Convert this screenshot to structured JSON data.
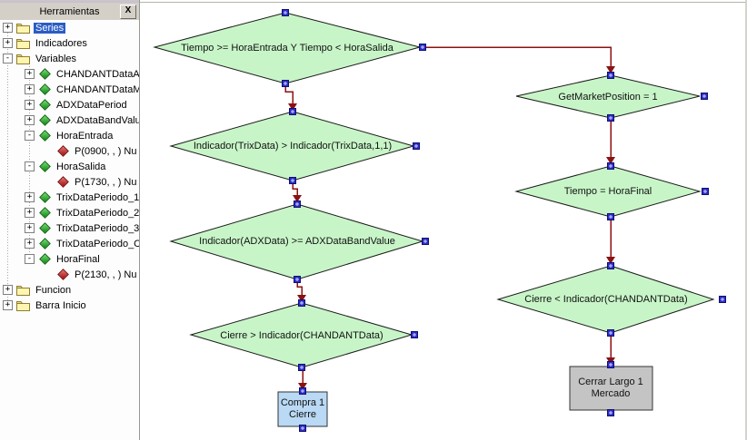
{
  "panel": {
    "title": "Herramientas",
    "close_label": "X",
    "tree": [
      {
        "label": "Series",
        "expander": "+",
        "icon": "folder-open",
        "selected": true
      },
      {
        "label": "Indicadores",
        "expander": "+",
        "icon": "folder"
      },
      {
        "label": "Variables",
        "expander": "-",
        "icon": "folder"
      },
      {
        "label": "CHANDANTDataAv",
        "expander": "+",
        "icon": "diamond-green"
      },
      {
        "label": "CHANDANTDataMu",
        "expander": "+",
        "icon": "diamond-green"
      },
      {
        "label": "ADXDataPeriod",
        "expander": "+",
        "icon": "diamond-green"
      },
      {
        "label": "ADXDataBandValu",
        "expander": "+",
        "icon": "diamond-green"
      },
      {
        "label": "HoraEntrada",
        "expander": "-",
        "icon": "diamond-green"
      },
      {
        "label": "P(0900, , ) Nu",
        "icon": "diamond-red"
      },
      {
        "label": "HoraSalida",
        "expander": "-",
        "icon": "diamond-green"
      },
      {
        "label": "P(1730, , ) Nu",
        "icon": "diamond-red"
      },
      {
        "label": "TrixDataPeriodo_1",
        "expander": "+",
        "icon": "diamond-green"
      },
      {
        "label": "TrixDataPeriodo_2",
        "expander": "+",
        "icon": "diamond-green"
      },
      {
        "label": "TrixDataPeriodo_3",
        "expander": "+",
        "icon": "diamond-green"
      },
      {
        "label": "TrixDataPeriodo_C",
        "expander": "+",
        "icon": "diamond-green"
      },
      {
        "label": "HoraFinal",
        "expander": "-",
        "icon": "diamond-green"
      },
      {
        "label": "P(2130, , ) Nu",
        "icon": "diamond-red"
      },
      {
        "label": "Funcion",
        "expander": "+",
        "icon": "folder"
      },
      {
        "label": "Barra Inicio",
        "expander": "+",
        "icon": "folder"
      }
    ]
  },
  "flowchart": {
    "nodes": [
      {
        "id": "d1",
        "type": "decision",
        "label": "Tiempo >= HoraEntrada Y Tiempo < HoraSalida"
      },
      {
        "id": "d2",
        "type": "decision",
        "label": "Indicador(TrixData) > Indicador(TrixData,1,1)"
      },
      {
        "id": "d3",
        "type": "decision",
        "label": "Indicador(ADXData) >= ADXDataBandValue"
      },
      {
        "id": "d4",
        "type": "decision",
        "label": "Cierre > Indicador(CHANDANTData)"
      },
      {
        "id": "buy",
        "type": "action",
        "lines": [
          "Compra 1",
          "Cierre"
        ]
      },
      {
        "id": "r1",
        "type": "decision",
        "label": "GetMarketPosition = 1"
      },
      {
        "id": "r2",
        "type": "decision",
        "label": "Tiempo = HoraFinal"
      },
      {
        "id": "r3",
        "type": "decision",
        "label": "Cierre < Indicador(CHANDANTData)"
      },
      {
        "id": "close",
        "type": "action",
        "lines": [
          "Cerrar Largo 1",
          "Mercado"
        ]
      }
    ],
    "colors": {
      "decision_fill": "#c8f5c8",
      "buy_fill": "#b9d9f4",
      "close_fill": "#c4c4c4",
      "connector": "#8b1212",
      "handle": "#2d2dc8",
      "selected_bg": "#2a5cc4",
      "header_bg": "#d4d0c8"
    }
  }
}
